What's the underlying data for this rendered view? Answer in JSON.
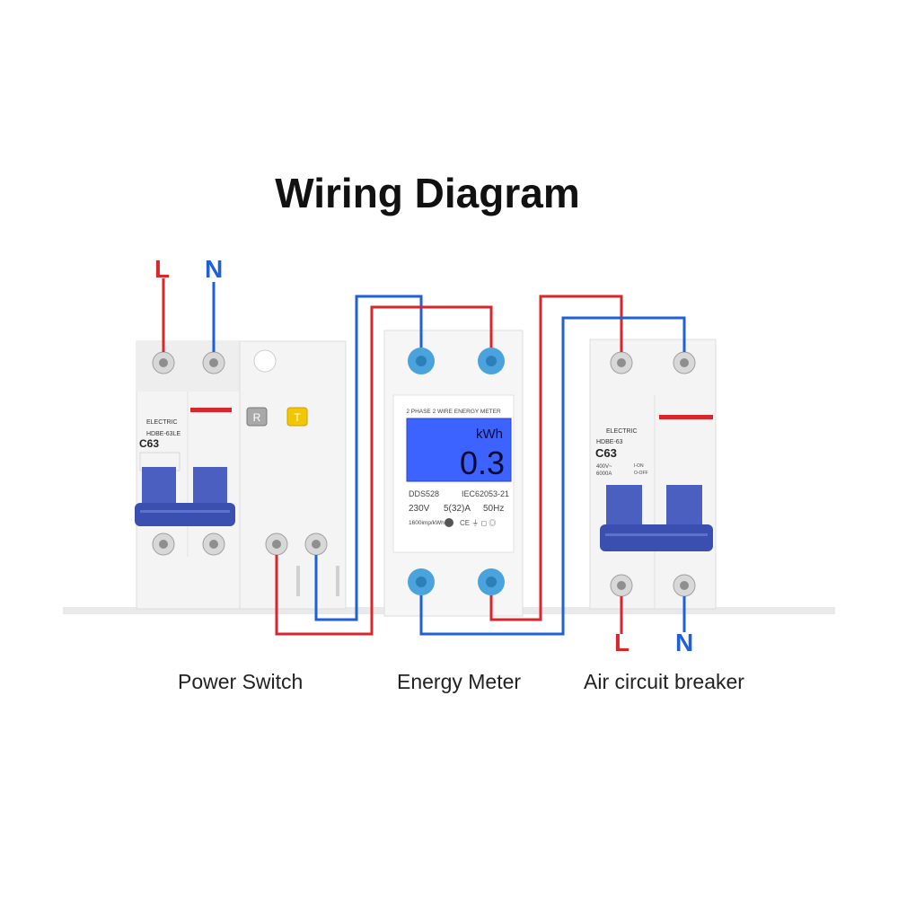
{
  "title": "Wiring Diagram",
  "colors": {
    "live": "#d8262c",
    "neutral": "#1f5fd8",
    "handle": "#3a4fb0",
    "lcd": "#3c63ff"
  },
  "terminals": {
    "input_live": "L",
    "input_neutral": "N",
    "output_live": "L",
    "output_neutral": "N"
  },
  "power_switch": {
    "caption": "Power Switch",
    "brand": "ELECTRIC",
    "model": "HDBE-63LE",
    "rating": "C63",
    "reset_label": "R",
    "test_label": "T"
  },
  "energy_meter": {
    "caption": "Energy Meter",
    "header": "2 PHASE 2 WIRE ENERGY METER",
    "unit": "kWh",
    "reading": "0.3",
    "model": "DDS528",
    "standard": "IEC62053-21",
    "voltage": "230V",
    "current": "5(32)A",
    "frequency": "50Hz",
    "constant": "1600imp/kWh"
  },
  "air_breaker": {
    "caption": "Air circuit breaker",
    "brand": "ELECTRIC",
    "model": "HDBE-63",
    "rating": "C63",
    "spec_voltage": "400V~",
    "spec_current": "6000A",
    "on_label": "I-ON",
    "off_label": "O-OFF"
  }
}
